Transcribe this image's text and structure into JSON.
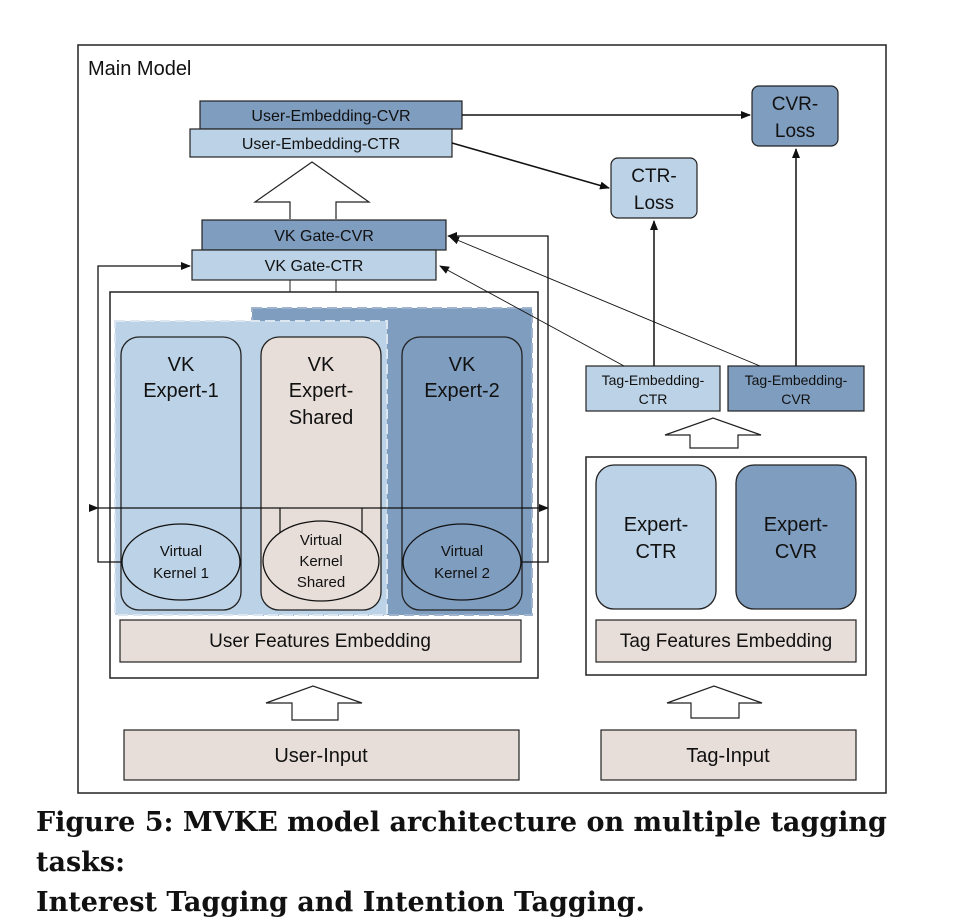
{
  "colors": {
    "light_blue": "#bcd2e6",
    "mid_blue": "#7f9dbf",
    "beige": "#e7ded9",
    "stroke": "#222222"
  },
  "main_model": {
    "title": "Main Model"
  },
  "user_embedding": {
    "cvr": "User-Embedding-CVR",
    "ctr": "User-Embedding-CTR"
  },
  "losses": {
    "ctr": [
      "CTR-",
      "Loss"
    ],
    "cvr": [
      "CVR-",
      "Loss"
    ]
  },
  "vk_gate": {
    "cvr": "VK Gate-CVR",
    "ctr": "VK Gate-CTR"
  },
  "experts": {
    "vk_expert_1": [
      "VK",
      "Expert-1"
    ],
    "vk_expert_shared": [
      "VK",
      "Expert-",
      "Shared"
    ],
    "vk_expert_2": [
      "VK",
      "Expert-2"
    ]
  },
  "kernels": {
    "kernel_1": [
      "Virtual",
      "Kernel 1"
    ],
    "kernel_shared": [
      "Virtual",
      "Kernel",
      "Shared"
    ],
    "kernel_2": [
      "Virtual",
      "Kernel 2"
    ]
  },
  "tag_embedding": {
    "ctr": [
      "Tag-Embedding-",
      "CTR"
    ],
    "cvr": [
      "Tag-Embedding-",
      "CVR"
    ]
  },
  "tag_experts": {
    "ctr": [
      "Expert-",
      "CTR"
    ],
    "cvr": [
      "Expert-",
      "CVR"
    ]
  },
  "features": {
    "user": "User Features Embedding",
    "tag": "Tag Features Embedding"
  },
  "inputs": {
    "user": "User-Input",
    "tag": "Tag-Input"
  },
  "caption": {
    "line1": "Figure 5: MVKE model architecture on multiple tagging tasks:",
    "line2": "Interest Tagging and Intention Tagging."
  }
}
